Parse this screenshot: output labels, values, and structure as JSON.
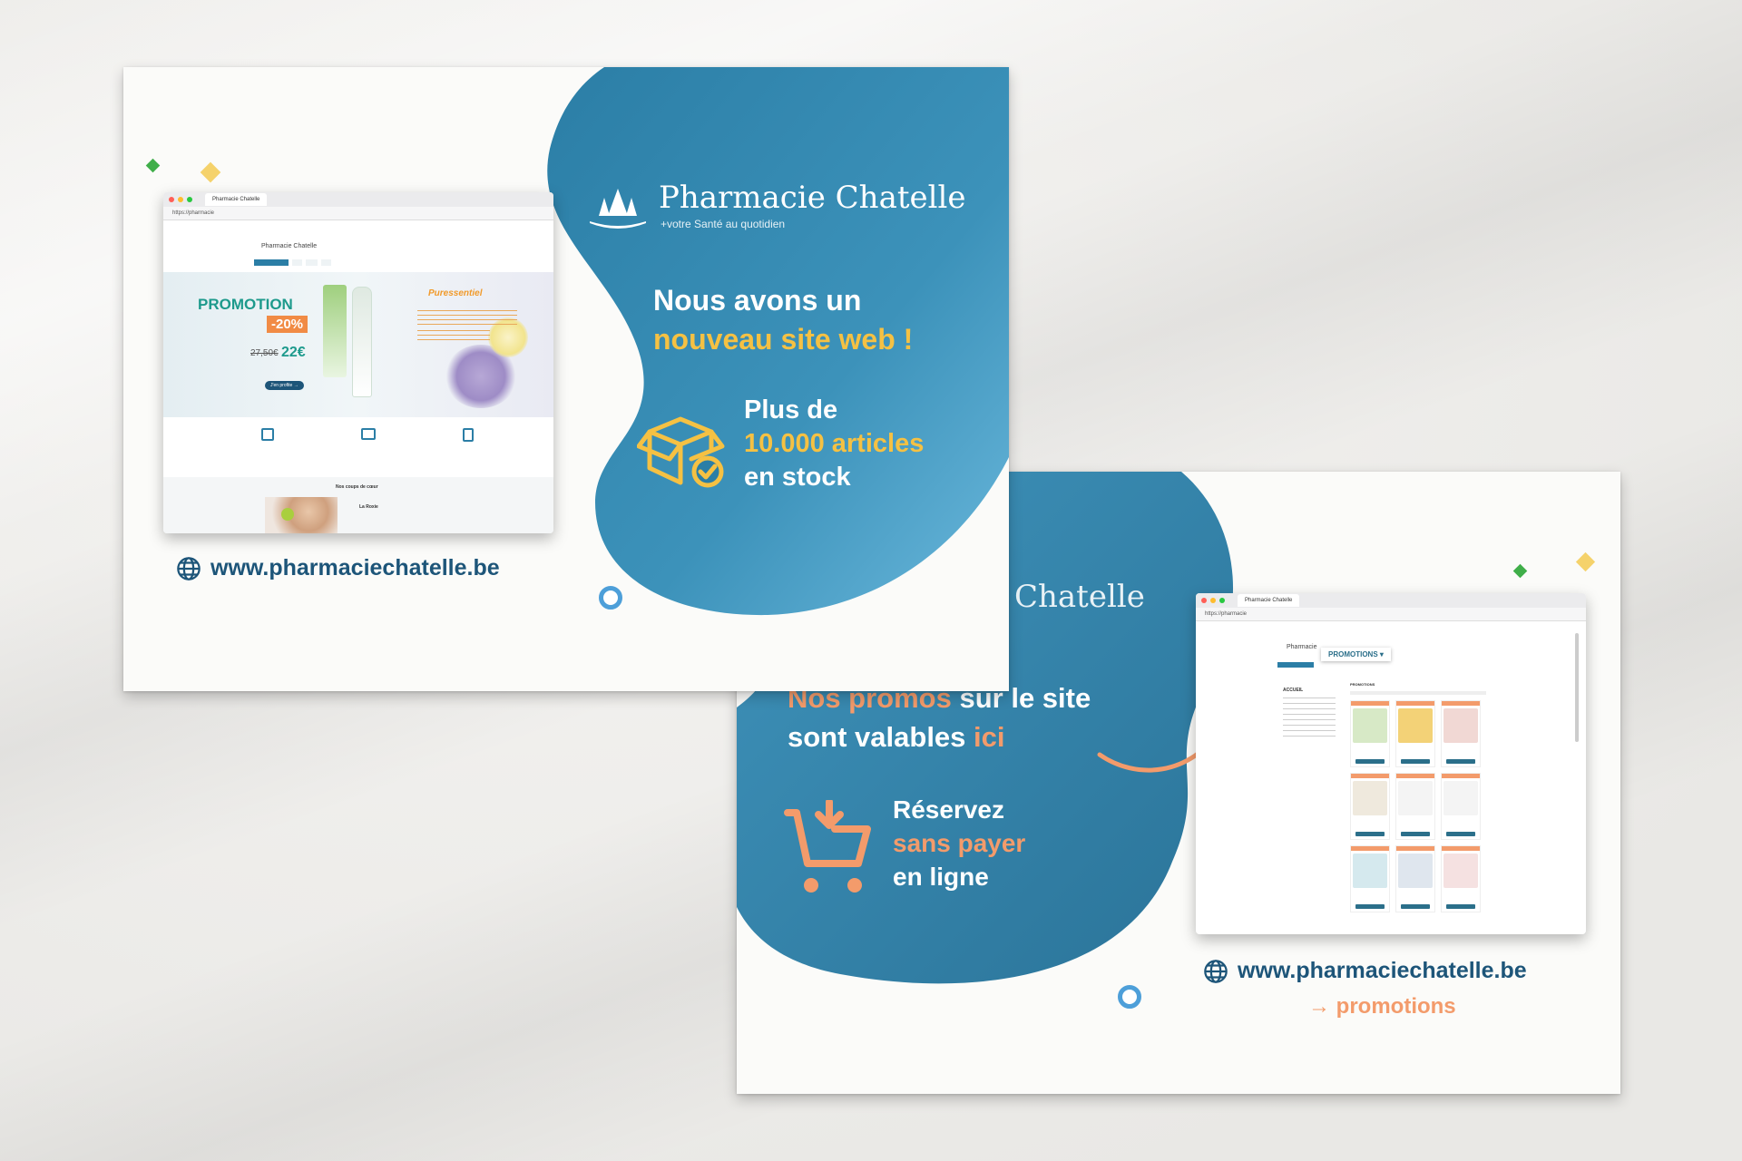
{
  "card1": {
    "brand_name": "Pharmacie Chatelle",
    "brand_tagline": "+votre Santé au quotidien",
    "headline_line1": "Nous avons un",
    "headline_line2": "nouveau site web !",
    "stock_line1": "Plus de",
    "stock_line2": "10.000 articles",
    "stock_line3": "en stock",
    "url": "www.pharmaciechatelle.be",
    "browser": {
      "tab_title": "Pharmacie Chatelle",
      "address": "https://pharmacie",
      "site_title": "Pharmacie Chatelle",
      "promo_title": "PROMOTION",
      "promo_discount": "-20%",
      "old_price": "27,50€",
      "new_price": "22€",
      "promo_button": "J'en profite →",
      "brand": "Puressentiel",
      "section_title": "Nos coups de cœur",
      "article_title": "La Roxie"
    }
  },
  "card2": {
    "brand_partial": "Chatelle",
    "promo_line1_a": "Nos promos",
    "promo_line1_b": "sur le site",
    "promo_line2_a": "sont valables",
    "promo_line2_b": "ici",
    "reserve_line1": "Réservez",
    "reserve_line2": "sans payer",
    "reserve_line3": "en ligne",
    "url": "www.pharmaciechatelle.be",
    "url_sub": "→ promotions",
    "browser": {
      "tab_title": "Pharmacie Chatelle",
      "address": "https://pharmacie",
      "site_title": "Pharmacie",
      "tab_promotions": "PROMOTIONS ▾",
      "sidebar_title": "ACCUEIL",
      "page_title": "PROMOTIONS"
    }
  },
  "colors": {
    "blue": "#2b7ea6",
    "yellow": "#f5c143",
    "orange": "#f39b6b",
    "navy": "#1d5579"
  }
}
